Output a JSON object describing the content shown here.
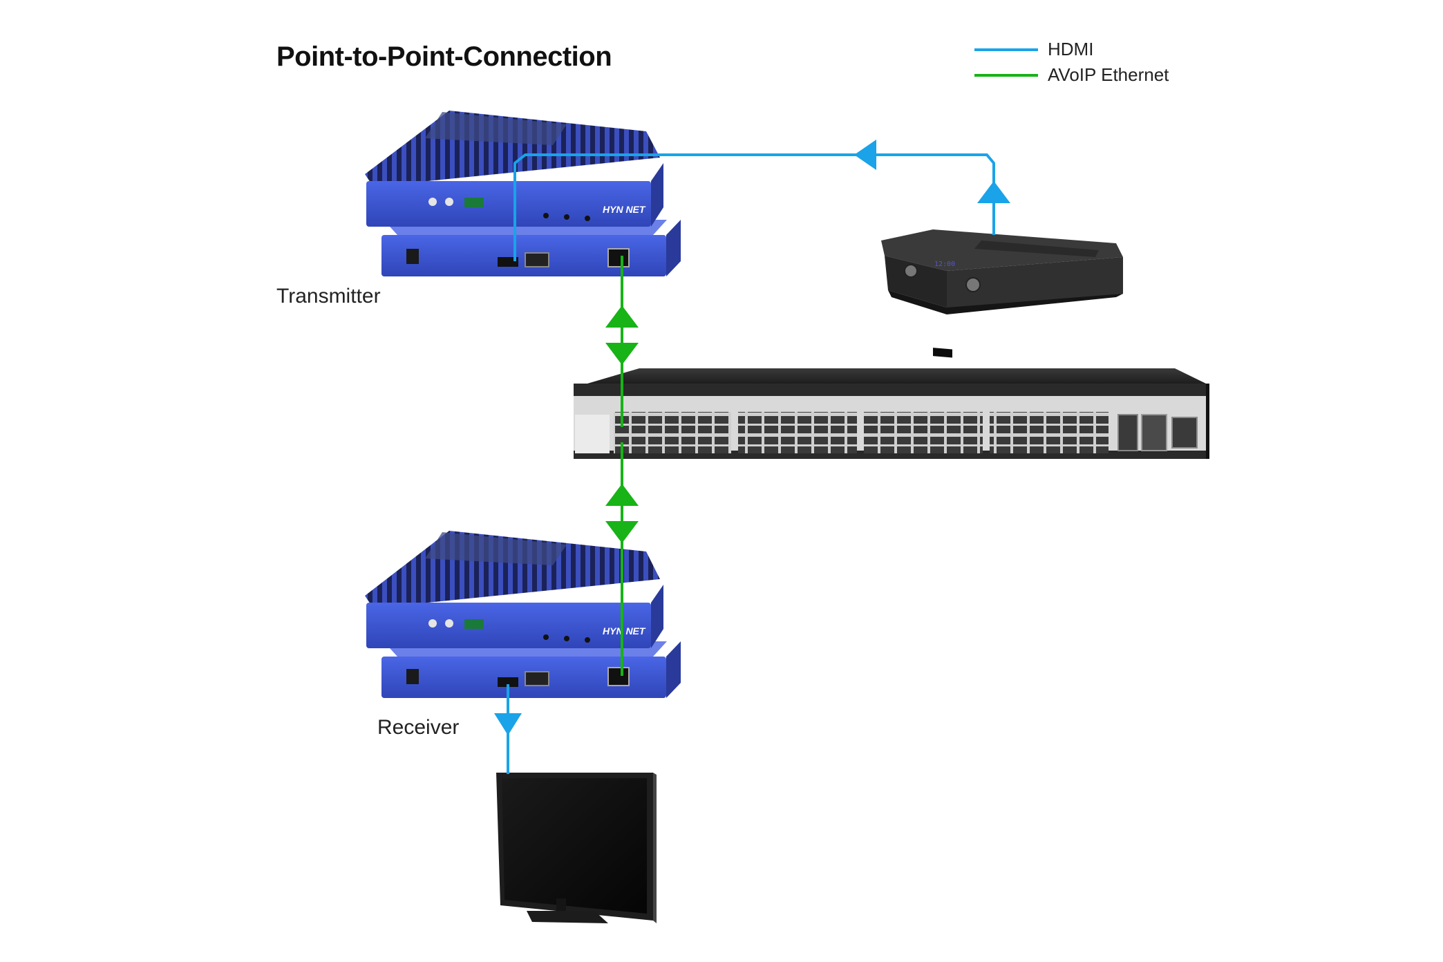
{
  "title": "Point-to-Point-Connection",
  "legend": [
    {
      "label": "HDMI",
      "color": "#1aa3e8"
    },
    {
      "label": "AVoIP Ethernet",
      "color": "#17b317"
    }
  ],
  "labels": {
    "transmitter": "Transmitter",
    "receiver": "Receiver"
  },
  "device_brand": "HYN NET",
  "receiver_clock": "12:00",
  "colors": {
    "hdmi": "#1aa3e8",
    "ethernet": "#17b317",
    "extender_blue": "#3d55d6",
    "device_dark": "#2b2b2b"
  }
}
